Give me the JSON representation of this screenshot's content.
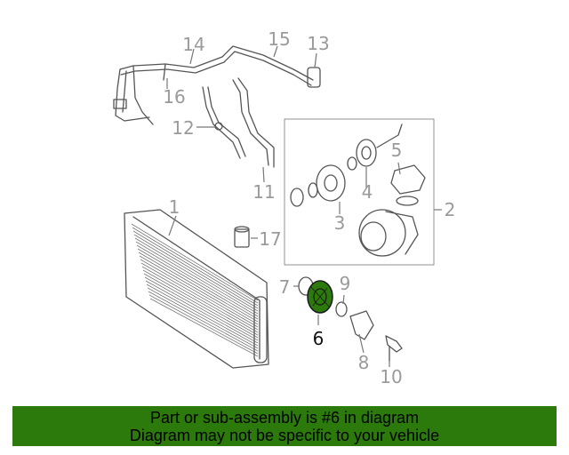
{
  "diagram": {
    "callouts": [
      "1",
      "2",
      "3",
      "4",
      "5",
      "6",
      "7",
      "8",
      "9",
      "10",
      "11",
      "12",
      "13",
      "14",
      "15",
      "16",
      "17"
    ],
    "highlighted_part": "6",
    "highlight_color": "#2b7a0b",
    "label_color": "#9a9a9a"
  },
  "banner": {
    "line1": "Part or sub-assembly is #6 in diagram",
    "line2": "Diagram may not be specific to your vehicle",
    "background": "#2b7a0b"
  }
}
